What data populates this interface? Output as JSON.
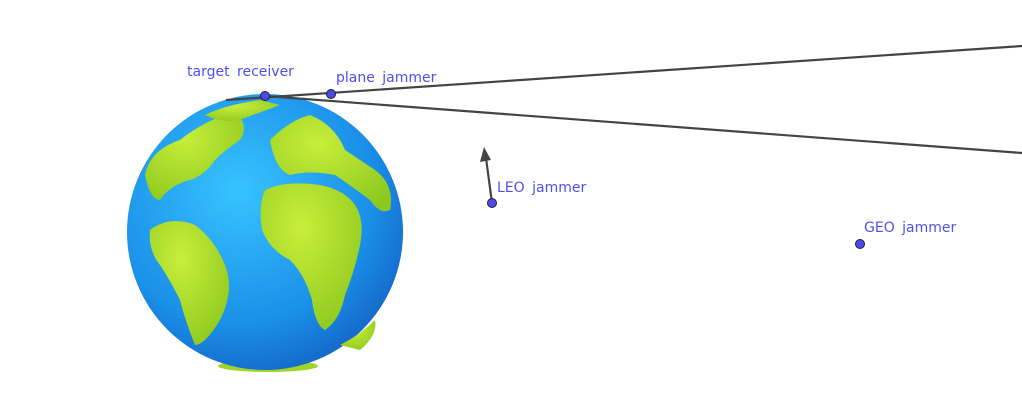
{
  "labels": {
    "target_receiver": "target receiver",
    "plane_jammer": "plane jammer",
    "leo_jammer": "LEO jammer",
    "geo_jammer": "GEO jammer"
  },
  "colors": {
    "point": "#4a4af0",
    "label": "#5050f0",
    "line": "#444444",
    "ocean": "#1a9fef",
    "land": "#a6dc2a"
  },
  "icons": {
    "globe": "earth-globe-icon",
    "arrow": "velocity-arrow"
  }
}
